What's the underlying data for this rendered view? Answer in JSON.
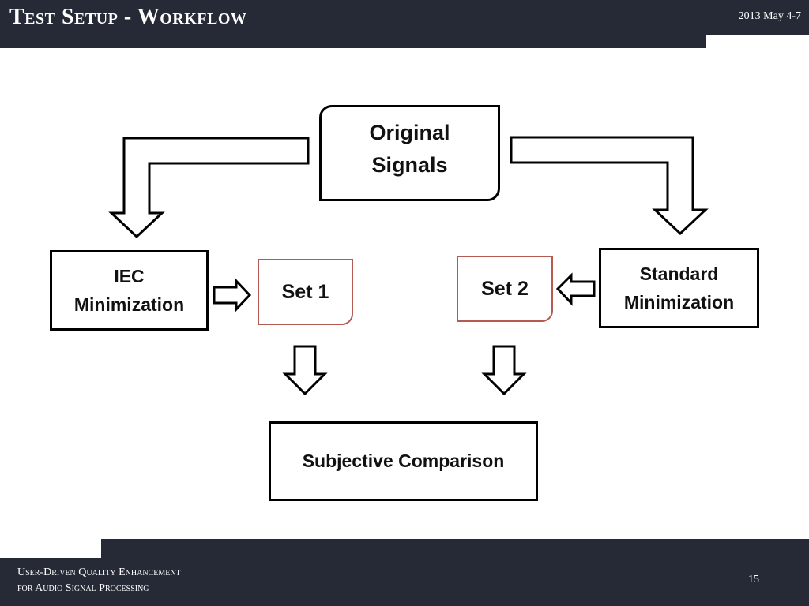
{
  "header": {
    "title": "Test Setup - Workflow",
    "date": "2013 May 4-7"
  },
  "diagram": {
    "original": "Original\nSignals",
    "iec": "IEC\nMinimization",
    "standard": "Standard\nMinimization",
    "set1": "Set 1",
    "set2": "Set 2",
    "subjective": "Subjective Comparison"
  },
  "footer": {
    "line1": "User-Driven Quality Enhancement",
    "line2": "for Audio Signal Processing",
    "page_number": "15"
  },
  "colors": {
    "bar": "#252a36",
    "set_border": "#b35a52"
  }
}
